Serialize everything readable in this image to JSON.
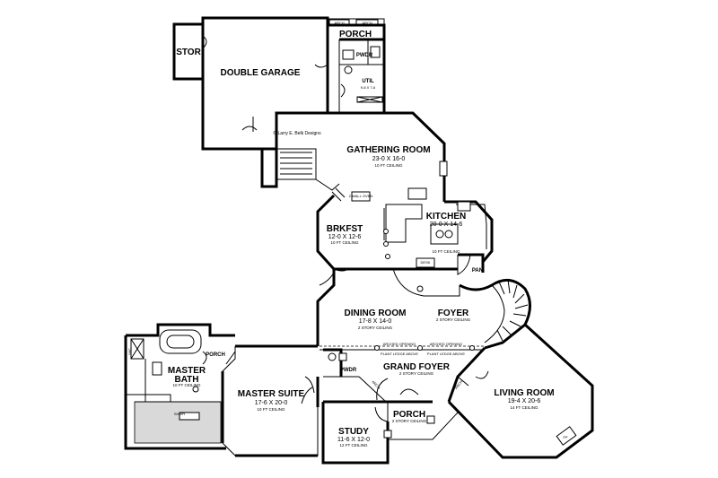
{
  "rooms": {
    "stor": {
      "name": "STOR"
    },
    "garage": {
      "name": "DOUBLE GARAGE",
      "credit": "© Larry E. Belk Designs"
    },
    "porch_top": {
      "name": "PORCH",
      "arch1": "ARCH",
      "arch2": "ARCH"
    },
    "pwdr_top": {
      "name": "PWDR"
    },
    "util": {
      "name": "UTIL",
      "size": "9-8 X 7-6"
    },
    "gathering": {
      "name": "GATHERING ROOM",
      "size": "23-0 X 16-0",
      "ceiling": "10 FT CEILING"
    },
    "kitchen": {
      "name": "KITCHEN",
      "size": "20-0 X 14-6",
      "ceiling": "10 FT CEILING"
    },
    "brkfst": {
      "name": "BRKFST",
      "size": "12-0 X 12-6",
      "ceiling": "10 FT CEILING"
    },
    "pan": {
      "name": "PAN"
    },
    "dining": {
      "name": "DINING ROOM",
      "size": "17-8 X 14-0",
      "ceiling": "2 STORY CEILING"
    },
    "foyer": {
      "name": "FOYER",
      "ceiling": "2 STORY CEILING"
    },
    "grand_foyer": {
      "name": "GRAND FOYER",
      "ceiling": "2 STORY CEILING"
    },
    "master_bath": {
      "name": "MASTER BATH",
      "line1": "MASTER",
      "line2": "BATH",
      "ceiling": "10 FT CEILING"
    },
    "master_suite": {
      "name": "MASTER SUITE",
      "size": "17-6 X 20-0",
      "ceiling": "10 FT CEILING"
    },
    "pwdr_mid": {
      "name": "PWDR"
    },
    "study": {
      "name": "STUDY",
      "size": "11-6 X 12-0",
      "ceiling": "12 FT CEILING"
    },
    "porch_front": {
      "name": "PORCH",
      "ceiling": "2 STORY CEILING"
    },
    "porch_side": {
      "name": "PORCH"
    },
    "living": {
      "name": "LIVING ROOM",
      "size": "19-4 X 20-6",
      "ceiling": "14 FT CEILING"
    }
  },
  "annotations": {
    "arched_left": "ARCHED OPENING",
    "arched_left2": "PLANT LEDGE ABOVE",
    "arched_right": "ARCHED OPENING",
    "arched_right2": "PLANT LEDGE ABOVE",
    "arch_left": "ARCH",
    "arch_right": "ARCH",
    "fp": "FP",
    "shwr": "SHWR",
    "wic": "WIC",
    "desk": "DESK",
    "grill": "GRILL",
    "wall_oven": "2 WALL OVEN"
  }
}
